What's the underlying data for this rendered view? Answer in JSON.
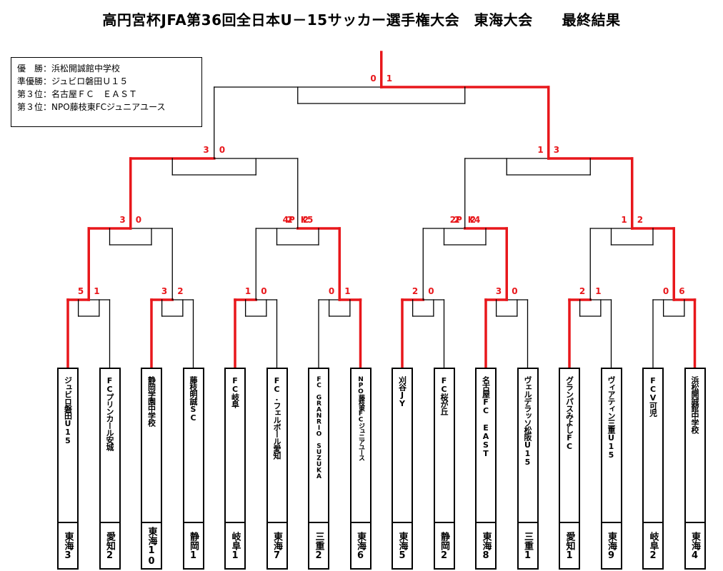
{
  "title": "高円宮杯JFA第36回全日本U－15サッカー選手権大会　東海大会　　最終結果",
  "results": [
    {
      "label": "優　勝",
      "value": "浜松開誠館中学校"
    },
    {
      "label": "準優勝",
      "value": "ジュビロ磐田Ｕ１５"
    },
    {
      "label": "第３位",
      "value": "名古屋ＦＣ　ＥＡＳＴ"
    },
    {
      "label": "第３位",
      "value": "NPO藤枝東FCジュニアユース"
    }
  ],
  "teams": [
    {
      "name": "ジュビロ磐田U15",
      "region": "東海3"
    },
    {
      "name": "FCプリンカール安城",
      "region": "愛知2"
    },
    {
      "name": "静岡学園中学校",
      "region": "東海10"
    },
    {
      "name": "藤枝明誠SC",
      "region": "静岡1"
    },
    {
      "name": "FC岐阜",
      "region": "岐阜1"
    },
    {
      "name": "FC.フェルボール愛知",
      "region": "東海7"
    },
    {
      "name": "FC GRANRIO SUZUKA",
      "region": "三重2"
    },
    {
      "name": "NPO藤枝東FCジュニアユース",
      "region": "東海6"
    },
    {
      "name": "刈谷JY",
      "region": "東海5"
    },
    {
      "name": "FC桜が丘",
      "region": "静岡2"
    },
    {
      "name": "名古屋FC EAST",
      "region": "東海8"
    },
    {
      "name": "ヴェルデラッソ松阪U15",
      "region": "三重1"
    },
    {
      "name": "グランパスみよしFC",
      "region": "愛知1"
    },
    {
      "name": "ヴィアティン三重U15",
      "region": "東海9"
    },
    {
      "name": "FCV可児",
      "region": "岐阜2"
    },
    {
      "name": "浜松開誠館中学校",
      "region": "東海4"
    }
  ],
  "scores": {
    "r1": [
      [
        "5",
        "1"
      ],
      [
        "3",
        "2"
      ],
      [
        "1",
        "0"
      ],
      [
        "0",
        "1"
      ],
      [
        "2",
        "0"
      ],
      [
        "3",
        "0"
      ],
      [
        "2",
        "1"
      ],
      [
        "0",
        "6"
      ]
    ],
    "r2": [
      [
        "3",
        "0"
      ],
      [
        "2",
        "2"
      ],
      [
        "2",
        "2"
      ],
      [
        "1",
        "2"
      ]
    ],
    "r2_pk": [
      null,
      [
        "4P",
        "K5"
      ],
      [
        "2P",
        "K4"
      ],
      null
    ],
    "r3": [
      [
        "3",
        "0"
      ],
      [
        "1",
        "3"
      ]
    ],
    "final": [
      "0",
      "1"
    ]
  }
}
